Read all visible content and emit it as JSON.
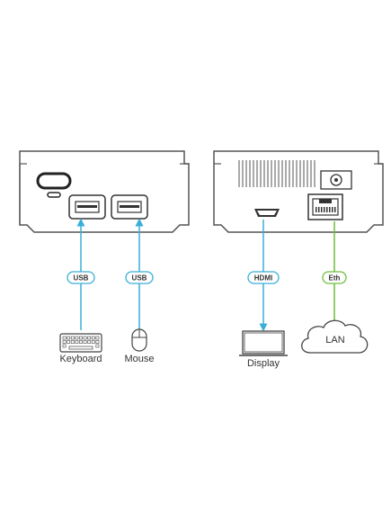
{
  "colors": {
    "device_stroke": "#555555",
    "usb_line": "#3aaed8",
    "hdmi_line": "#3aaed8",
    "eth_line": "#6cbf3a"
  },
  "labels": {
    "usb_left": "USB",
    "usb_right": "USB",
    "hdmi": "HDMI",
    "eth": "Eth"
  },
  "captions": {
    "keyboard": "Keyboard",
    "mouse": "Mouse",
    "display": "Display",
    "lan": "LAN"
  },
  "icons": {
    "keyboard": "keyboard-icon",
    "mouse": "mouse-icon",
    "display": "monitor-icon",
    "lan": "cloud-icon",
    "usb_port": "usb-port-icon",
    "hdmi_port": "hdmi-port-icon",
    "eth_port": "rj45-port-icon",
    "power": "power-button-icon"
  }
}
